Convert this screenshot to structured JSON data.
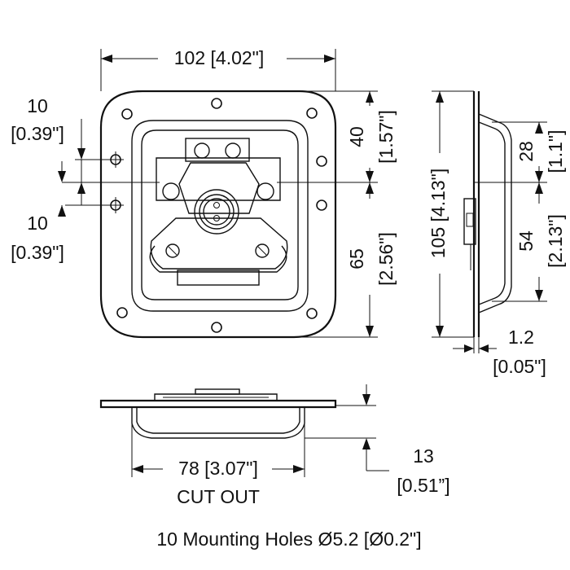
{
  "dimensions": {
    "top_width": "102 [4.02\"]",
    "left_upper_mm": "10",
    "left_upper_in": "[0.39\"]",
    "left_lower_mm": "10",
    "left_lower_in": "[0.39\"]",
    "right_upper_mm": "40",
    "right_upper_in": "[1.57\"]",
    "right_lower_mm": "65",
    "right_lower_in": "[2.56\"]",
    "side_height": "105 [4.13\"]",
    "side_upper_mm": "28",
    "side_upper_in": "[1.1\"]",
    "side_lower_mm": "54",
    "side_lower_in": "[2.13\"]",
    "flange_mm": "1.2",
    "flange_in": "[0.05\"]",
    "cutout_width": "78 [3.07\"]",
    "cutout_label": "CUT OUT",
    "depth_mm": "13",
    "depth_in": "[0.51”]"
  },
  "caption": "10 Mounting Holes Ø5.2 [Ø0.2\"]"
}
